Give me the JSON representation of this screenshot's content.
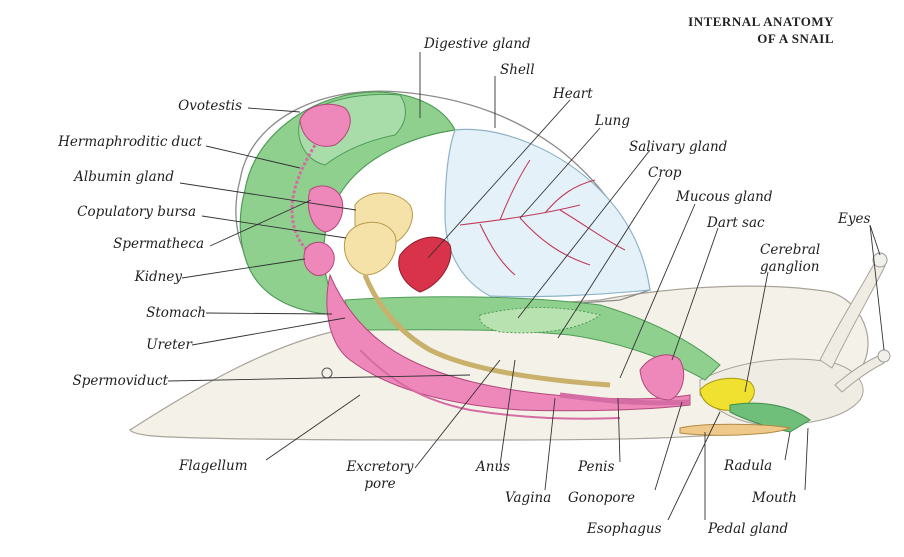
{
  "title": {
    "line1": "INTERNAL ANATOMY",
    "line2": "OF A SNAIL"
  },
  "labels": {
    "digestive_gland": "Digestive gland",
    "shell": "Shell",
    "heart": "Heart",
    "lung": "Lung",
    "salivary_gland": "Salivary gland",
    "crop": "Crop",
    "mucous_gland": "Mucous gland",
    "dart_sac": "Dart sac",
    "eyes": "Eyes",
    "cerebral_ganglion_1": "Cerebral",
    "cerebral_ganglion_2": "ganglion",
    "ovotestis": "Ovotestis",
    "hermaphroditic_duct": "Hermaphroditic duct",
    "albumin_gland": "Albumin gland",
    "copulatory_bursa": "Copulatory bursa",
    "spermatheca": "Spermatheca",
    "kidney": "Kidney",
    "stomach": "Stomach",
    "ureter": "Ureter",
    "spermoviduct": "Spermoviduct",
    "flagellum": "Flagellum",
    "excretory_pore_1": "Excretory",
    "excretory_pore_2": "pore",
    "anus": "Anus",
    "vagina": "Vagina",
    "penis": "Penis",
    "gonopore": "Gonopore",
    "esophagus": "Esophagus",
    "radula": "Radula",
    "mouth": "Mouth",
    "pedal_gland": "Pedal gland"
  },
  "colors": {
    "digestive_gland": "#8fd08f",
    "lung": "#e4f1f8",
    "reproductive": "#ee88bb",
    "albumin": "#f5e2a8",
    "heart": "#d8334a",
    "ganglion": "#f0e030",
    "foot": "#f4f1e8",
    "leader": "#333333"
  }
}
